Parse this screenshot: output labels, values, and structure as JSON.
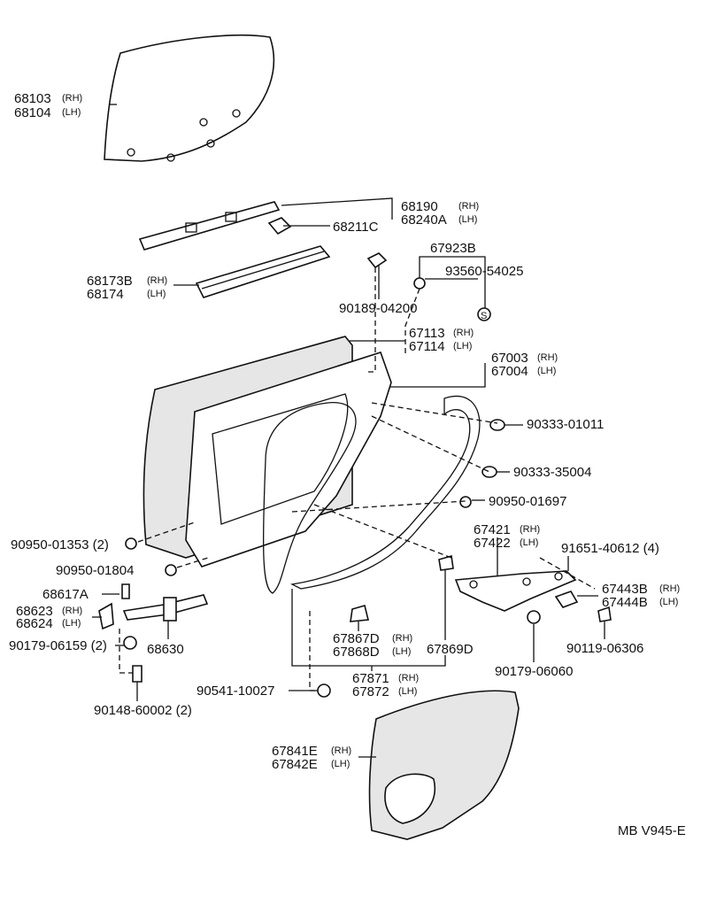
{
  "diagram_code": "MB V945-E",
  "callouts": [
    {
      "id": "glass",
      "codes": [
        "68103",
        "68104"
      ],
      "sides": [
        "(RH)",
        "(LH)"
      ]
    },
    {
      "id": "channel-top",
      "codes": [
        "68190",
        "68240A"
      ],
      "sides": [
        "(RH)",
        "(LH)"
      ]
    },
    {
      "id": "clip-68211c",
      "codes": [
        "68211C"
      ],
      "sides": []
    },
    {
      "id": "channel-lower",
      "codes": [
        "68173B",
        "68174"
      ],
      "sides": [
        "(RH)",
        "(LH)"
      ]
    },
    {
      "id": "stop-67923b",
      "codes": [
        "67923B"
      ],
      "sides": []
    },
    {
      "id": "screw-93560",
      "codes": [
        "93560-54025"
      ],
      "sides": []
    },
    {
      "id": "plug-90189",
      "codes": [
        "90189-04200"
      ],
      "sides": []
    },
    {
      "id": "door-panel",
      "codes": [
        "67113",
        "67114"
      ],
      "sides": [
        "(RH)",
        "(LH)"
      ]
    },
    {
      "id": "door-assy",
      "codes": [
        "67003",
        "67004"
      ],
      "sides": [
        "(RH)",
        "(LH)"
      ]
    },
    {
      "id": "plug-90333-01011",
      "codes": [
        "90333-01011"
      ],
      "sides": []
    },
    {
      "id": "plug-90333-35004",
      "codes": [
        "90333-35004"
      ],
      "sides": []
    },
    {
      "id": "plug-90950-01697",
      "codes": [
        "90950-01697"
      ],
      "sides": []
    },
    {
      "id": "plug-90950-01353",
      "codes": [
        "90950-01353 (2)"
      ],
      "sides": []
    },
    {
      "id": "plug-90950-01804",
      "codes": [
        "90950-01804"
      ],
      "sides": []
    },
    {
      "id": "armrest-base",
      "codes": [
        "67421",
        "67422"
      ],
      "sides": [
        "(RH)",
        "(LH)"
      ]
    },
    {
      "id": "screw-91651",
      "codes": [
        "91651-40612 (4)"
      ],
      "sides": []
    },
    {
      "id": "bracket-67443b",
      "codes": [
        "67443B",
        "67444B"
      ],
      "sides": [
        "(RH)",
        "(LH)"
      ]
    },
    {
      "id": "check-68617a",
      "codes": [
        "68617A"
      ],
      "sides": []
    },
    {
      "id": "hinge-68623",
      "codes": [
        "68623",
        "68624"
      ],
      "sides": [
        "(RH)",
        "(LH)"
      ]
    },
    {
      "id": "nut-90179-06159",
      "codes": [
        "90179-06159 (2)"
      ],
      "sides": []
    },
    {
      "id": "check-68630",
      "codes": [
        "68630"
      ],
      "sides": []
    },
    {
      "id": "clip-67867d",
      "codes": [
        "67867D",
        "67868D"
      ],
      "sides": [
        "(RH)",
        "(LH)"
      ]
    },
    {
      "id": "clip-67869d",
      "codes": [
        "67869D"
      ],
      "sides": []
    },
    {
      "id": "nut-90179-06060",
      "codes": [
        "90179-06060"
      ],
      "sides": []
    },
    {
      "id": "screw-90119",
      "codes": [
        "90119-06306"
      ],
      "sides": []
    },
    {
      "id": "weatherstrip",
      "codes": [
        "67871",
        "67872"
      ],
      "sides": [
        "(RH)",
        "(LH)"
      ]
    },
    {
      "id": "cushion-90541",
      "codes": [
        "90541-10027"
      ],
      "sides": []
    },
    {
      "id": "bolt-90148",
      "codes": [
        "90148-60002 (2)"
      ],
      "sides": []
    },
    {
      "id": "trim-board",
      "codes": [
        "67841E",
        "67842E"
      ],
      "sides": [
        "(RH)",
        "(LH)"
      ]
    }
  ]
}
